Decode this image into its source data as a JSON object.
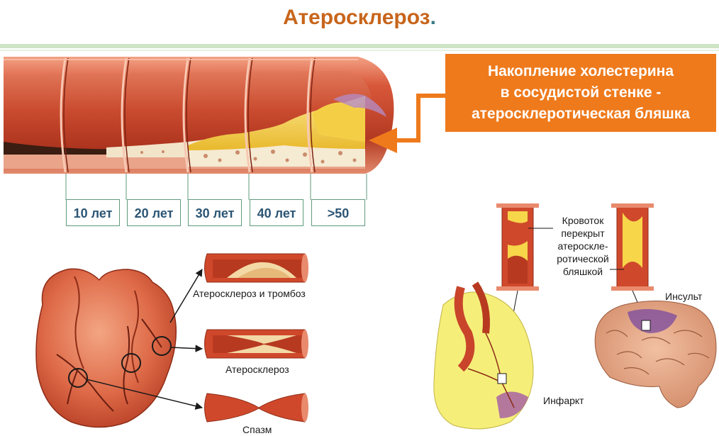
{
  "title": "Атеросклероз",
  "title_dot": ".",
  "callout": {
    "line1": "Накопление холестерина",
    "line2": "в сосудистой стенке -",
    "line3": "атеросклеротическая бляшка"
  },
  "ages": [
    "10 лет",
    "20 лет",
    "30 лет",
    "40 лет",
    ">50"
  ],
  "vessel_labels": {
    "thrombosis": "Атеросклероз и тромбоз",
    "atherosclerosis": "Атеросклероз",
    "spasm": "Спазм"
  },
  "flow_label": [
    "Кровоток",
    "перекрыт",
    "атероскле-",
    "ротической",
    "бляшкой"
  ],
  "outcomes": {
    "stroke": "Инсульт",
    "infarct": "Инфаркт"
  },
  "colors": {
    "title": "#c8651b",
    "callout_bg": "#ee7a1c",
    "age_text": "#2b5574",
    "vessel_red": "#c9442b",
    "plaque_yellow": "#f7d64a"
  }
}
